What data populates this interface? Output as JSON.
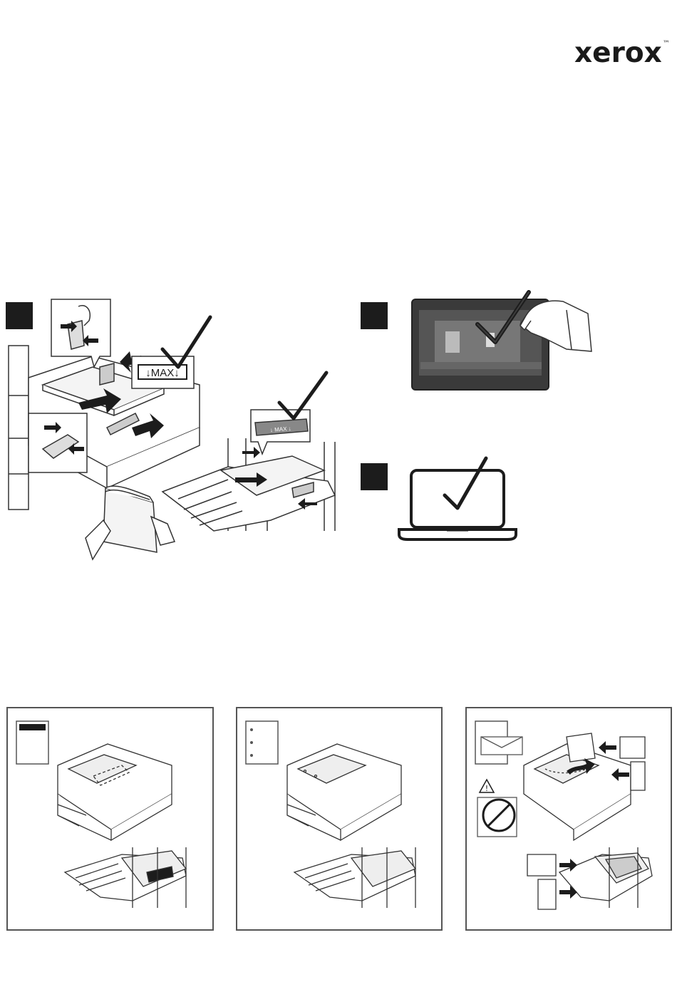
{
  "brand": {
    "name": "xerox",
    "trademark": "™"
  },
  "tray_label": {
    "max": "↓MAX↓"
  },
  "bypass_label": {
    "max": "↓ MAX ↓"
  },
  "colors": {
    "ink": "#1c1c1c",
    "screen": "#3a3a3a",
    "paper": "#f4f4f4",
    "border": "#555555"
  },
  "icons": [
    "checkmark-icon",
    "laptop-icon",
    "warning-icon",
    "no-symbol-icon"
  ]
}
